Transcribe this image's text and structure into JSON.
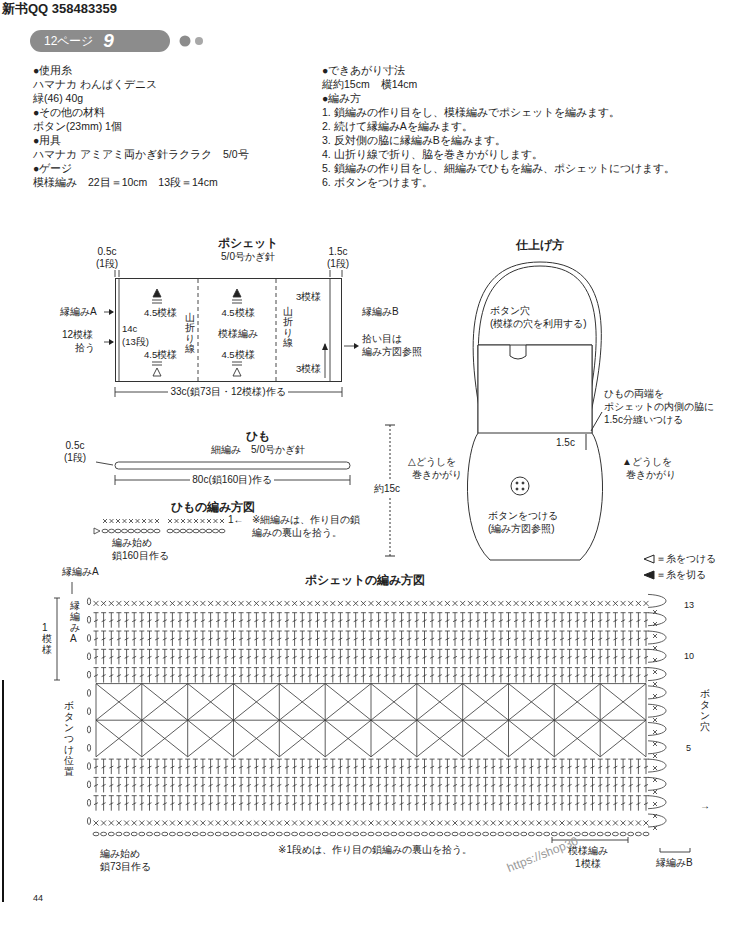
{
  "diagram": {
    "nodes": [
      {
        "text": [
          "12ページ",
          "9"
        ]
      },
      {
        "text": [
          "4.5模様",
          "4.5模様",
          "4.5模様",
          "模様編み",
          "4.5模様",
          "山折り線",
          "山折り線",
          "3模様",
          "3模様",
          "14c",
          "(13段)"
        ]
      }
    ],
    "labels": [
      "新书QQ 358483359",
      "●使用糸",
      "ハマナカ わんぱくデニス",
      "緑(46) 40g",
      "●その他の材料",
      "ボタン(23mm) 1個",
      "●用具",
      "ハマナカ アミアミ両かぎ針ラクラク　5/0号",
      "●ゲージ",
      "模様編み　22目＝10cm　13段＝14cm",
      "●できあがり寸法",
      "縦約15cm　横14cm",
      "●編み方",
      "1. 鎖編みの作り目をし、模様編みでポシェットを編みます。",
      "2. 続けて縁編みAを編みます。",
      "3. 反対側の脇に縁編みBを編みます。",
      "4. 山折り線で折り、脇を巻きかがりします。",
      "5. 鎖編みの作り目をし、細編みでひもを編み、ポシェットにつけます。",
      "6. ボタンをつけます。",
      "ポシェット",
      "5/0号かぎ針",
      "0.5c",
      "(1段)",
      "1.5c",
      "(1段)",
      "縁編みA",
      "12模様",
      "拾う",
      "縁編みB",
      "拾い目は",
      "編み方図参照",
      "33c(鎖73目・12模様)作る",
      "ひも",
      "細編み　5/0号かぎ針",
      "0.5c",
      "(1段)",
      "80c(鎖160目)作る",
      "ひもの編み方図",
      "1←",
      "※細編みは、作り目の鎖編みの裏山を拾う。",
      "編み始め",
      "鎖160目作る",
      "仕上げ方",
      "ボタン穴",
      "(模様の穴を利用する)",
      "ひもの両端を",
      "ポシェットの内側の脇に",
      "1.5c分縫いつける",
      "1.5c",
      "約15c",
      "△どうしを",
      "巻きかがり",
      "▲どうしを",
      "巻きかがり",
      "ボタンをつける",
      "(編み方図参照)",
      "ポシェットの編み方図",
      "縁編みA",
      "縁編みA",
      "1模様",
      "ボタンつけ位置",
      "ボタン穴",
      "13",
      "10",
      "5",
      "→",
      "編み始め",
      "鎖73目作る",
      "※1段めは、作り目の鎖編みの裏山を拾う。",
      "模様編み",
      "1模様",
      "縁編みB",
      "https://shop30",
      "44"
    ],
    "legend": [
      {
        "text": "＝糸をつける"
      },
      {
        "text": "＝糸を切る"
      }
    ]
  }
}
